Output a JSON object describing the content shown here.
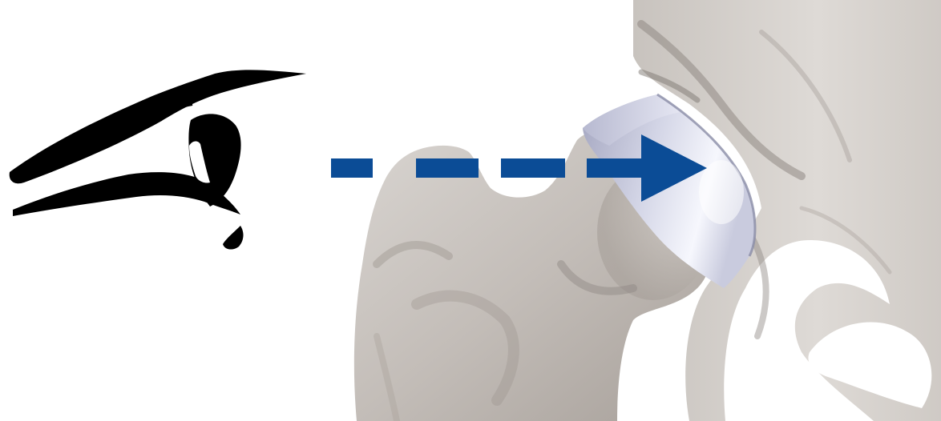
{
  "figure": {
    "components": {
      "eye": "eye-icon",
      "arrow": "dashed-arrow",
      "femur": "femur-bone",
      "pelvis": "pelvis-bone",
      "implant": "hip-implant-cup"
    },
    "colors": {
      "background": "#ffffff",
      "eye": "#000000",
      "arrow": "#0b4c96",
      "bone_light": "#dcd8d4",
      "bone_mid": "#bfb9b4",
      "bone_dark": "#8f8883",
      "implant_light": "#f2f3fb",
      "implant_mid": "#c7c9dc",
      "implant_dark": "#9294ad"
    },
    "arrow_style": "dashed",
    "arrow_dash_count": 4
  }
}
